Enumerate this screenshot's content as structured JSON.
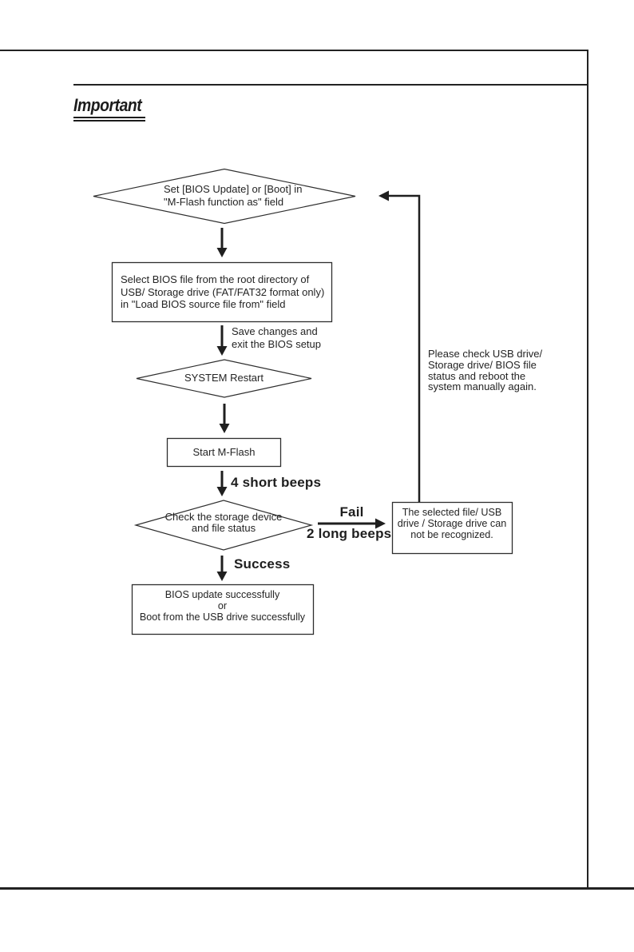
{
  "page": {
    "header_label": "Important",
    "ink_color": "#222222"
  },
  "flowchart": {
    "nodes": {
      "set_function": {
        "type": "decision",
        "text": "Set [BIOS Update] or [Boot] in\n\"M-Flash function as\" field"
      },
      "select_file": {
        "type": "process",
        "text": "Select BIOS file from the root directory of\nUSB/ Storage drive (FAT/FAT32 format only)\nin \"Load BIOS source file from\" field"
      },
      "system_restart": {
        "type": "decision",
        "text": "SYSTEM Restart"
      },
      "start_mflash": {
        "type": "process",
        "text": "Start M-Flash"
      },
      "check_storage": {
        "type": "decision",
        "text": "Check the storage device\nand file status"
      },
      "not_recognized": {
        "type": "process",
        "text": "The selected file/ USB\ndrive / Storage drive can\nnot be recognized."
      },
      "final_result": {
        "type": "process",
        "text": "BIOS update successfully\nor\nBoot from the USB drive successfully"
      }
    },
    "labels": {
      "save_exit": "Save changes and\nexit the BIOS setup",
      "four_short_beeps": "4 short beeps",
      "fail": "Fail",
      "two_long_beeps": "2 long beeps",
      "success": "Success",
      "manual_check_note": "Please check USB drive/\nStorage drive/ BIOS file\nstatus and reboot the\nsystem manually again."
    }
  }
}
